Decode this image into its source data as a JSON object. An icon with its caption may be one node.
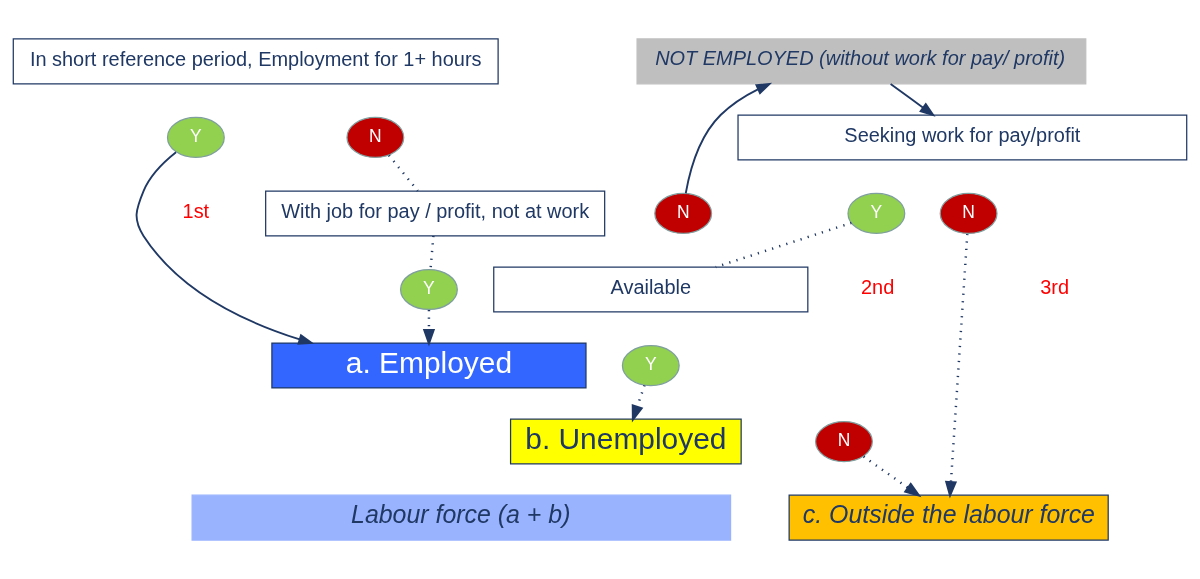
{
  "diagram": {
    "nodes": [
      {
        "text": [
          "In short reference period, Employment for 1+ hours"
        ]
      },
      {
        "text": [
          "Y"
        ]
      },
      {
        "text": [
          "N"
        ]
      },
      {
        "text": [
          "With job for pay / profit, not at work"
        ]
      },
      {
        "text": [
          "N"
        ]
      },
      {
        "text": [
          "Y"
        ]
      },
      {
        "text": [
          "a. Employed"
        ]
      },
      {
        "text": [
          "NOT EMPLOYED (without work for pay/ profit)"
        ]
      },
      {
        "text": [
          "Seeking work for pay/profit"
        ]
      },
      {
        "text": [
          "Y"
        ]
      },
      {
        "text": [
          "N"
        ]
      },
      {
        "text": [
          "Available"
        ]
      },
      {
        "text": [
          "Y"
        ]
      },
      {
        "text": [
          "N"
        ]
      },
      {
        "text": [
          "b. Unemployed"
        ]
      },
      {
        "text": [
          "Labour force (a + b)"
        ]
      },
      {
        "text": [
          "c. Outside the labour force"
        ]
      }
    ],
    "edges": [
      {
        "from": 1,
        "to": 6,
        "arrow": "to"
      },
      {
        "from": 2,
        "to": 3,
        "arrow": "none",
        "style": "dashed"
      },
      {
        "from": 3,
        "to": 5,
        "arrow": "none",
        "style": "dashed"
      },
      {
        "from": 5,
        "to": 6,
        "arrow": "to",
        "style": "dashed"
      },
      {
        "from": 4,
        "to": 7,
        "arrow": "to"
      },
      {
        "from": 7,
        "to": 8,
        "arrow": "to"
      },
      {
        "from": 9,
        "to": 11,
        "arrow": "none",
        "style": "dashed"
      },
      {
        "from": 12,
        "to": 14,
        "arrow": "to",
        "style": "dashed"
      },
      {
        "from": 13,
        "to": 16,
        "arrow": "to",
        "style": "dashed"
      },
      {
        "from": 10,
        "to": 16,
        "arrow": "to",
        "style": "dashed"
      }
    ],
    "labels": [
      "1st",
      "2nd",
      "3rd"
    ]
  }
}
